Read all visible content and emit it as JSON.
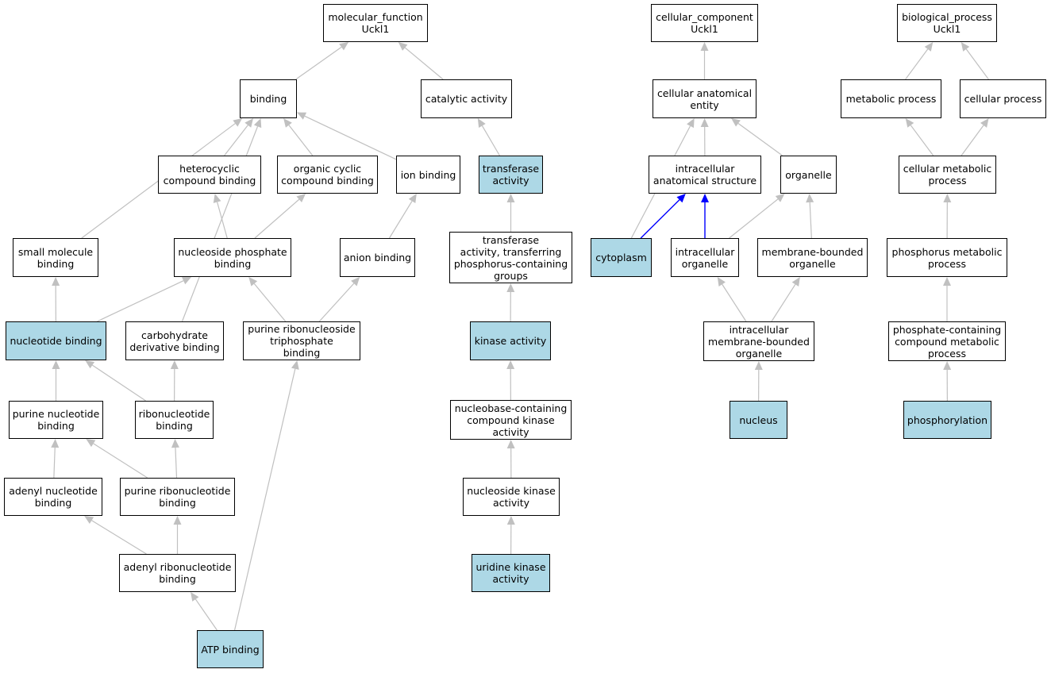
{
  "colors": {
    "highlight_fill": "#add8e6",
    "normal_fill": "#ffffff",
    "edge": "#c0c0c0",
    "active_edge": "#0000ff"
  },
  "nodes": {
    "molecular_function": {
      "label": "molecular_function\nUckl1",
      "highlight": false
    },
    "binding": {
      "label": "binding",
      "highlight": false
    },
    "catalytic_activity": {
      "label": "catalytic activity",
      "highlight": false
    },
    "heterocyclic_binding": {
      "label": "heterocyclic\ncompound binding",
      "highlight": false
    },
    "organic_cyclic_binding": {
      "label": "organic cyclic\ncompound binding",
      "highlight": false
    },
    "ion_binding": {
      "label": "ion binding",
      "highlight": false
    },
    "transferase_activity": {
      "label": "transferase\nactivity",
      "highlight": true
    },
    "small_molecule_binding": {
      "label": "small molecule\nbinding",
      "highlight": false
    },
    "nucleoside_phosphate_binding": {
      "label": "nucleoside phosphate\nbinding",
      "highlight": false
    },
    "anion_binding": {
      "label": "anion binding",
      "highlight": false
    },
    "transferase_phosphorus": {
      "label": "transferase\nactivity, transferring\nphosphorus-containing\ngroups",
      "highlight": false
    },
    "nucleotide_binding": {
      "label": "nucleotide binding",
      "highlight": true
    },
    "carbohydrate_derivative_binding": {
      "label": "carbohydrate\nderivative binding",
      "highlight": false
    },
    "purine_ribonucleoside_triphosphate_binding": {
      "label": "purine ribonucleoside\ntriphosphate\nbinding",
      "highlight": false
    },
    "kinase_activity": {
      "label": "kinase activity",
      "highlight": true
    },
    "purine_nucleotide_binding": {
      "label": "purine nucleotide\nbinding",
      "highlight": false
    },
    "ribonucleotide_binding": {
      "label": "ribonucleotide\nbinding",
      "highlight": false
    },
    "nucleobase_kinase": {
      "label": "nucleobase-containing\ncompound kinase\nactivity",
      "highlight": false
    },
    "adenyl_nucleotide_binding": {
      "label": "adenyl nucleotide\nbinding",
      "highlight": false
    },
    "purine_ribonucleotide_binding": {
      "label": "purine ribonucleotide\nbinding",
      "highlight": false
    },
    "nucleoside_kinase": {
      "label": "nucleoside kinase\nactivity",
      "highlight": false
    },
    "adenyl_ribonucleotide_binding": {
      "label": "adenyl ribonucleotide\nbinding",
      "highlight": false
    },
    "uridine_kinase": {
      "label": "uridine kinase\nactivity",
      "highlight": true
    },
    "atp_binding": {
      "label": "ATP binding",
      "highlight": true
    },
    "cellular_component": {
      "label": "cellular_component\nUckl1",
      "highlight": false
    },
    "cellular_anatomical_entity": {
      "label": "cellular anatomical\nentity",
      "highlight": false
    },
    "intracellular_anatomical_structure": {
      "label": "intracellular\nanatomical structure",
      "highlight": false
    },
    "organelle": {
      "label": "organelle",
      "highlight": false
    },
    "cytoplasm": {
      "label": "cytoplasm",
      "highlight": true
    },
    "intracellular_organelle": {
      "label": "intracellular\norganelle",
      "highlight": false
    },
    "membrane_bounded_organelle": {
      "label": "membrane-bounded\norganelle",
      "highlight": false
    },
    "intracellular_membrane_bounded_organelle": {
      "label": "intracellular\nmembrane-bounded\norganelle",
      "highlight": false
    },
    "nucleus": {
      "label": "nucleus",
      "highlight": true
    },
    "biological_process": {
      "label": "biological_process\nUckl1",
      "highlight": false
    },
    "metabolic_process": {
      "label": "metabolic process",
      "highlight": false
    },
    "cellular_process": {
      "label": "cellular process",
      "highlight": false
    },
    "cellular_metabolic_process": {
      "label": "cellular metabolic\nprocess",
      "highlight": false
    },
    "phosphorus_metabolic_process": {
      "label": "phosphorus metabolic\nprocess",
      "highlight": false
    },
    "phosphate_containing_process": {
      "label": "phosphate-containing\ncompound metabolic\nprocess",
      "highlight": false
    },
    "phosphorylation": {
      "label": "phosphorylation",
      "highlight": true
    }
  },
  "edges": [
    {
      "from": "binding",
      "to": "molecular_function"
    },
    {
      "from": "catalytic_activity",
      "to": "molecular_function"
    },
    {
      "from": "heterocyclic_binding",
      "to": "binding"
    },
    {
      "from": "organic_cyclic_binding",
      "to": "binding"
    },
    {
      "from": "ion_binding",
      "to": "binding"
    },
    {
      "from": "small_molecule_binding",
      "to": "binding"
    },
    {
      "from": "carbohydrate_derivative_binding",
      "to": "binding"
    },
    {
      "from": "transferase_activity",
      "to": "catalytic_activity"
    },
    {
      "from": "nucleoside_phosphate_binding",
      "to": "heterocyclic_binding"
    },
    {
      "from": "nucleoside_phosphate_binding",
      "to": "organic_cyclic_binding"
    },
    {
      "from": "anion_binding",
      "to": "ion_binding"
    },
    {
      "from": "transferase_phosphorus",
      "to": "transferase_activity"
    },
    {
      "from": "nucleotide_binding",
      "to": "small_molecule_binding"
    },
    {
      "from": "nucleotide_binding",
      "to": "nucleoside_phosphate_binding"
    },
    {
      "from": "purine_ribonucleoside_triphosphate_binding",
      "to": "nucleoside_phosphate_binding"
    },
    {
      "from": "purine_ribonucleoside_triphosphate_binding",
      "to": "anion_binding"
    },
    {
      "from": "kinase_activity",
      "to": "transferase_phosphorus"
    },
    {
      "from": "purine_nucleotide_binding",
      "to": "nucleotide_binding"
    },
    {
      "from": "ribonucleotide_binding",
      "to": "nucleotide_binding"
    },
    {
      "from": "ribonucleotide_binding",
      "to": "carbohydrate_derivative_binding"
    },
    {
      "from": "nucleobase_kinase",
      "to": "kinase_activity"
    },
    {
      "from": "adenyl_nucleotide_binding",
      "to": "purine_nucleotide_binding"
    },
    {
      "from": "purine_ribonucleotide_binding",
      "to": "purine_nucleotide_binding"
    },
    {
      "from": "purine_ribonucleotide_binding",
      "to": "ribonucleotide_binding"
    },
    {
      "from": "nucleoside_kinase",
      "to": "nucleobase_kinase"
    },
    {
      "from": "adenyl_ribonucleotide_binding",
      "to": "adenyl_nucleotide_binding"
    },
    {
      "from": "adenyl_ribonucleotide_binding",
      "to": "purine_ribonucleotide_binding"
    },
    {
      "from": "uridine_kinase",
      "to": "nucleoside_kinase"
    },
    {
      "from": "atp_binding",
      "to": "adenyl_ribonucleotide_binding"
    },
    {
      "from": "atp_binding",
      "to": "purine_ribonucleoside_triphosphate_binding"
    },
    {
      "from": "cellular_anatomical_entity",
      "to": "cellular_component"
    },
    {
      "from": "intracellular_anatomical_structure",
      "to": "cellular_anatomical_entity"
    },
    {
      "from": "organelle",
      "to": "cellular_anatomical_entity"
    },
    {
      "from": "cytoplasm",
      "to": "cellular_anatomical_entity"
    },
    {
      "from": "cytoplasm",
      "to": "intracellular_anatomical_structure",
      "active": true
    },
    {
      "from": "intracellular_organelle",
      "to": "intracellular_anatomical_structure",
      "active": true
    },
    {
      "from": "intracellular_organelle",
      "to": "organelle"
    },
    {
      "from": "membrane_bounded_organelle",
      "to": "organelle"
    },
    {
      "from": "intracellular_membrane_bounded_organelle",
      "to": "intracellular_organelle"
    },
    {
      "from": "intracellular_membrane_bounded_organelle",
      "to": "membrane_bounded_organelle"
    },
    {
      "from": "nucleus",
      "to": "intracellular_membrane_bounded_organelle"
    },
    {
      "from": "metabolic_process",
      "to": "biological_process"
    },
    {
      "from": "cellular_process",
      "to": "biological_process"
    },
    {
      "from": "cellular_metabolic_process",
      "to": "metabolic_process"
    },
    {
      "from": "cellular_metabolic_process",
      "to": "cellular_process"
    },
    {
      "from": "phosphorus_metabolic_process",
      "to": "cellular_metabolic_process"
    },
    {
      "from": "phosphate_containing_process",
      "to": "phosphorus_metabolic_process"
    },
    {
      "from": "phosphorylation",
      "to": "phosphate_containing_process"
    }
  ]
}
